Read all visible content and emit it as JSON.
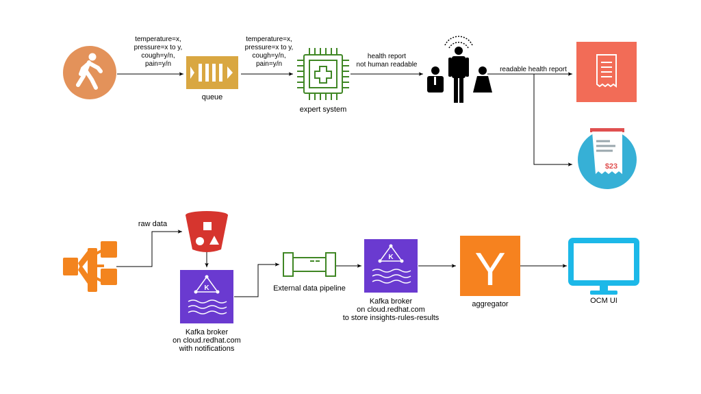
{
  "top_flow": {
    "edge_input_label": [
      "temperature=x,",
      "pressure=x to y,",
      "cough=y/n,",
      "pain=y/n"
    ],
    "queue_label": "queue",
    "edge_queue_label": [
      "temperature=x,",
      "pressure=x to y,",
      "cough=y/n,",
      "pain=y/n"
    ],
    "expert_system_label": "expert system",
    "edge_health_label": [
      "health report",
      "not human readable"
    ],
    "edge_readable_label": "readable health report",
    "bill_amount": "$23"
  },
  "bottom_flow": {
    "edge_raw_label": "raw data",
    "kafka1_label": [
      "Kafka broker",
      "on cloud.redhat.com",
      "with notifications"
    ],
    "pipeline_label": "External data pipeline",
    "kafka2_label": [
      "Kafka broker",
      "on cloud.redhat.com",
      "to store insights-rules-results"
    ],
    "aggregator_label": "aggregator",
    "ocm_label": "OCM UI",
    "kafka_badge": "K",
    "aggregator_glyph": "Y"
  },
  "colors": {
    "person_circle": "#e3925a",
    "queue": "#d9a741",
    "expert_green": "#3f8624",
    "report_red": "#f26c57",
    "bill_blue": "#36b0d6",
    "kafka_purple": "#6a3ad0",
    "bucket_red": "#d6352e",
    "router_orange": "#f3841e",
    "aggregator_orange": "#f6821f",
    "monitor_blue": "#1cb8e8"
  }
}
